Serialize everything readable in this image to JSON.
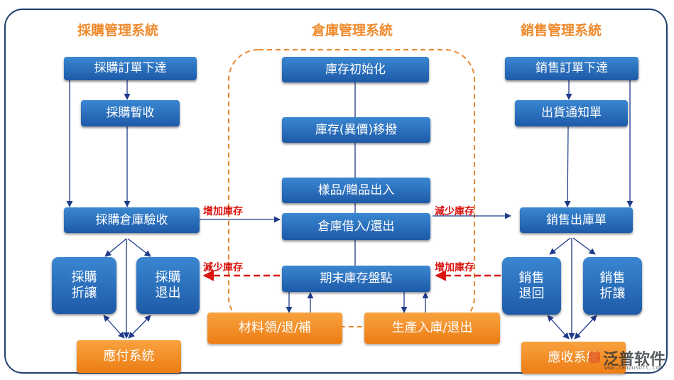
{
  "headers": {
    "purchase": "採購管理系統",
    "warehouse": "倉庫管理系統",
    "sales": "銷售管理系統"
  },
  "purchase": {
    "order": "採購訂單下達",
    "temp_receipt": "採購暫收",
    "inspection": "採購倉庫驗收",
    "discount": "採購\n折讓",
    "return": "採購\n退出",
    "payable": "應付系統"
  },
  "warehouse": {
    "init": "庫存初始化",
    "transfer": "庫存(異價)移撥",
    "sample": "樣品/贈品出入",
    "borrow": "倉庫借入/還出",
    "stocktake": "期末庫存盤點",
    "material": "材料領/退/補",
    "production": "生產入庫/退出"
  },
  "sales": {
    "order": "銷售訂單下達",
    "delivery_notice": "出貨通知單",
    "outbound": "銷售出庫單",
    "return": "銷售\n退回",
    "discount": "銷售\n折讓",
    "receivable": "應收系統"
  },
  "annotations": {
    "increase_left": "增加庫存",
    "decrease_right": "減少庫存",
    "decrease_left": "減少庫存",
    "increase_right": "增加庫存"
  },
  "logo": {
    "name": "泛普软件",
    "url": "www.fanpusoft.com"
  },
  "colors": {
    "box_blue": "#2767b8",
    "box_orange": "#f08a1e",
    "header_orange": "#ef8a2c",
    "frame_border": "#1f3f6e",
    "connector": "#1e3a8a",
    "annotation_red": "#d9140f",
    "dashed_region": "#e8862e"
  }
}
